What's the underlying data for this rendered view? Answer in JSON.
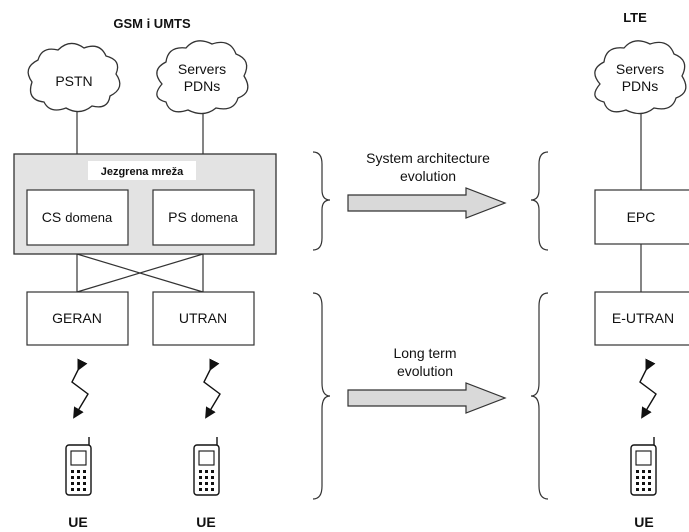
{
  "left_title": "GSM i UMTS",
  "right_title": "LTE",
  "clouds": {
    "pstn": "PSTN",
    "servers_left_line1": "Servers",
    "servers_left_line2": "PDNs",
    "servers_right_line1": "Servers",
    "servers_right_line2": "PDNs"
  },
  "core_network_label": "Jezgrena mreža",
  "boxes": {
    "cs_prefix": "CS",
    "cs_suffix": "domena",
    "ps_prefix": "PS",
    "ps_suffix": "domena",
    "geran": "GERAN",
    "utran": "UTRAN",
    "epc": "EPC",
    "eutran": "E-UTRAN"
  },
  "arrows": {
    "sae_line1": "System architecture",
    "sae_line2": "evolution",
    "lte_line1": "Long term",
    "lte_line2": "evolution"
  },
  "ue_labels": [
    "UE",
    "UE",
    "UE"
  ],
  "colors": {
    "core_fill": "#e3e3e3",
    "arrow_fill": "#d9d9d9",
    "stroke": "#333333"
  }
}
